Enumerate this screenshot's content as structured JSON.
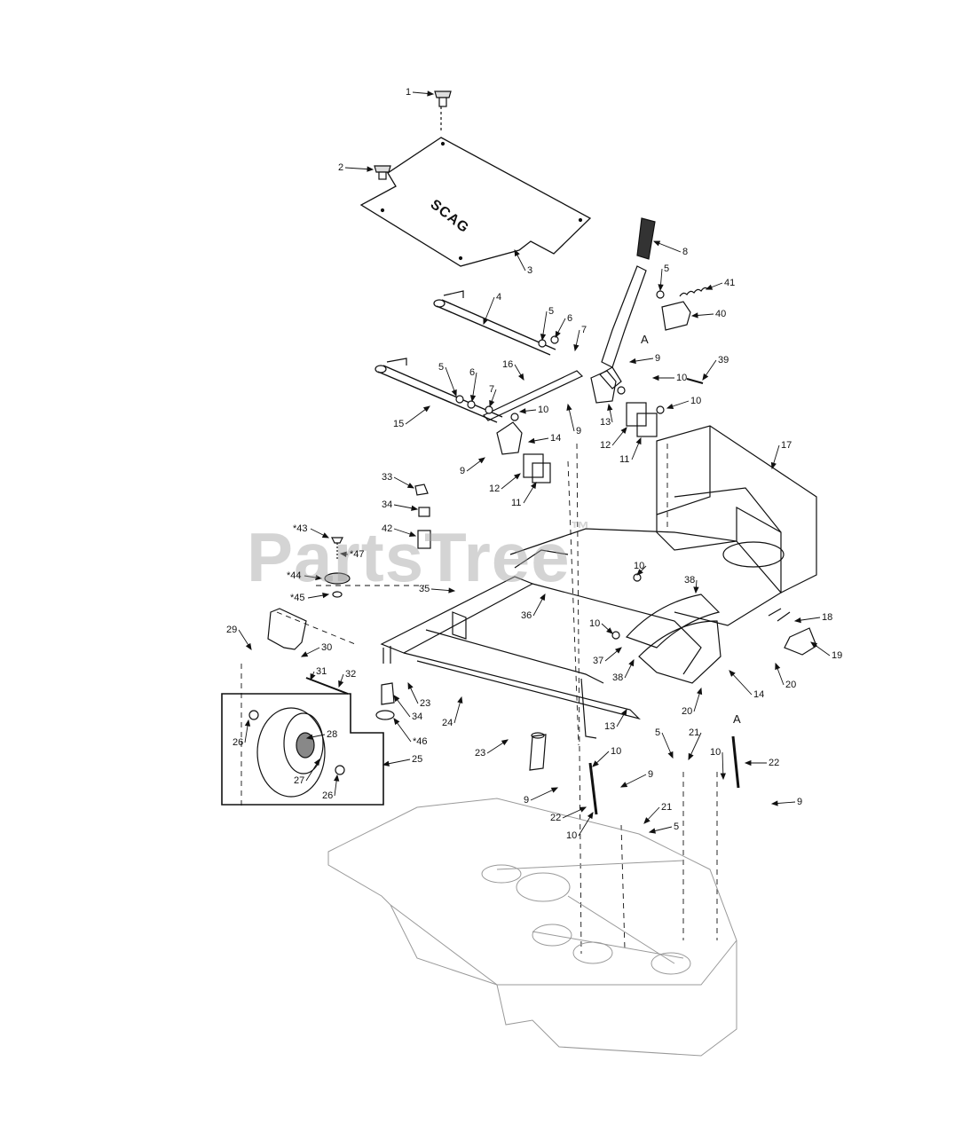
{
  "diagram": {
    "brand_text": "SCAG",
    "watermark": "PartsTree",
    "watermark_mark": "™",
    "callouts": [
      {
        "id": "c1",
        "text": "1"
      },
      {
        "id": "c2",
        "text": "2"
      },
      {
        "id": "c3",
        "text": "3"
      },
      {
        "id": "c4",
        "text": "4"
      },
      {
        "id": "c5a",
        "text": "5"
      },
      {
        "id": "c5b",
        "text": "5"
      },
      {
        "id": "c5c",
        "text": "5"
      },
      {
        "id": "c5d",
        "text": "5"
      },
      {
        "id": "c5e",
        "text": "5"
      },
      {
        "id": "c6a",
        "text": "6"
      },
      {
        "id": "c6b",
        "text": "6"
      },
      {
        "id": "c7a",
        "text": "7"
      },
      {
        "id": "c7b",
        "text": "7"
      },
      {
        "id": "c8",
        "text": "8"
      },
      {
        "id": "c9a",
        "text": "9"
      },
      {
        "id": "c9b",
        "text": "9"
      },
      {
        "id": "c9c",
        "text": "9"
      },
      {
        "id": "c9d",
        "text": "9"
      },
      {
        "id": "c9e",
        "text": "9"
      },
      {
        "id": "c9f",
        "text": "9"
      },
      {
        "id": "c10a",
        "text": "10"
      },
      {
        "id": "c10b",
        "text": "10"
      },
      {
        "id": "c10c",
        "text": "10"
      },
      {
        "id": "c10d",
        "text": "10"
      },
      {
        "id": "c10e",
        "text": "10"
      },
      {
        "id": "c10f",
        "text": "10"
      },
      {
        "id": "c10g",
        "text": "10"
      },
      {
        "id": "c10h",
        "text": "10"
      },
      {
        "id": "c11a",
        "text": "11"
      },
      {
        "id": "c11b",
        "text": "11"
      },
      {
        "id": "c12a",
        "text": "12"
      },
      {
        "id": "c12b",
        "text": "12"
      },
      {
        "id": "c13a",
        "text": "13"
      },
      {
        "id": "c13b",
        "text": "13"
      },
      {
        "id": "c14a",
        "text": "14"
      },
      {
        "id": "c14b",
        "text": "14"
      },
      {
        "id": "c15",
        "text": "15"
      },
      {
        "id": "c16",
        "text": "16"
      },
      {
        "id": "c17",
        "text": "17"
      },
      {
        "id": "c18",
        "text": "18"
      },
      {
        "id": "c19",
        "text": "19"
      },
      {
        "id": "c20a",
        "text": "20"
      },
      {
        "id": "c20b",
        "text": "20"
      },
      {
        "id": "c21a",
        "text": "21"
      },
      {
        "id": "c21b",
        "text": "21"
      },
      {
        "id": "c22a",
        "text": "22"
      },
      {
        "id": "c22b",
        "text": "22"
      },
      {
        "id": "c23a",
        "text": "23"
      },
      {
        "id": "c23b",
        "text": "23"
      },
      {
        "id": "c24",
        "text": "24"
      },
      {
        "id": "c25",
        "text": "25"
      },
      {
        "id": "c26a",
        "text": "26"
      },
      {
        "id": "c26b",
        "text": "26"
      },
      {
        "id": "c27",
        "text": "27"
      },
      {
        "id": "c28",
        "text": "28"
      },
      {
        "id": "c29",
        "text": "29"
      },
      {
        "id": "c30",
        "text": "30"
      },
      {
        "id": "c31",
        "text": "31"
      },
      {
        "id": "c32",
        "text": "32"
      },
      {
        "id": "c33",
        "text": "33"
      },
      {
        "id": "c34a",
        "text": "34"
      },
      {
        "id": "c34b",
        "text": "34"
      },
      {
        "id": "c35",
        "text": "35"
      },
      {
        "id": "c36",
        "text": "36"
      },
      {
        "id": "c37",
        "text": "37"
      },
      {
        "id": "c38a",
        "text": "38"
      },
      {
        "id": "c38b",
        "text": "38"
      },
      {
        "id": "c39",
        "text": "39"
      },
      {
        "id": "c40",
        "text": "40"
      },
      {
        "id": "c41",
        "text": "41"
      },
      {
        "id": "c42",
        "text": "42"
      },
      {
        "id": "c43",
        "text": "*43"
      },
      {
        "id": "c44",
        "text": "*44"
      },
      {
        "id": "c45",
        "text": "*45"
      },
      {
        "id": "c46",
        "text": "*46"
      },
      {
        "id": "c47",
        "text": "*47"
      },
      {
        "id": "cAa",
        "text": "A"
      },
      {
        "id": "cAb",
        "text": "A"
      }
    ]
  }
}
